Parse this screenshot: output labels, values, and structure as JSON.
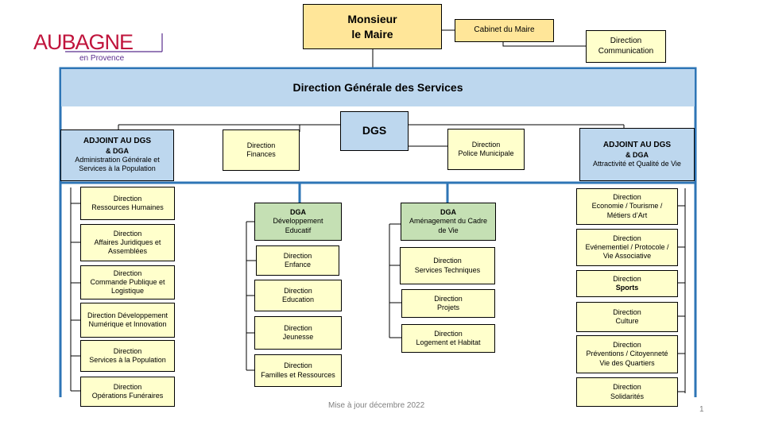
{
  "logo": {
    "name": "AUBAGNE",
    "tagline": "en Provence"
  },
  "mayor": {
    "line1": "Monsieur",
    "line2": "le Maire"
  },
  "cabinet": "Cabinet du Maire",
  "communication": {
    "line1": "Direction",
    "line2": "Communication"
  },
  "dgs_banner": "Direction Générale des Services",
  "dgs": "DGS",
  "finances": {
    "line1": "Direction",
    "line2": "Finances"
  },
  "police": {
    "line1": "Direction",
    "line2": "Police Municipale"
  },
  "adjoint_left": {
    "line1": "ADJOINT AU DGS",
    "line2": "& DGA",
    "line3": "Administration Générale et",
    "line4": "Services à la Population"
  },
  "adjoint_right": {
    "line1": "ADJOINT AU DGS",
    "line2": "& DGA",
    "line3": "Attractivité et Qualité de Vie"
  },
  "dga_educ": {
    "line1": "DGA",
    "line2": "Développement",
    "line3": "Educatif"
  },
  "dga_amenag": {
    "line1": "DGA",
    "line2": "Aménagement du Cadre",
    "line3": "de Vie"
  },
  "col1": [
    {
      "line1": "Direction",
      "line2": "Ressources Humaines"
    },
    {
      "line1": "Direction",
      "line2": "Affaires Juridiques et",
      "line3": "Assemblées"
    },
    {
      "line1": "Direction",
      "line2": "Commande Publique et",
      "line3": "Logistique"
    },
    {
      "line1": "Direction Développement",
      "line2": "Numérique et Innovation"
    },
    {
      "line1": "Direction",
      "line2": "Services à la Population"
    },
    {
      "line1": "Direction",
      "line2": "Opérations Funéraires"
    }
  ],
  "col2": [
    {
      "line1": "Direction",
      "line2": "Enfance"
    },
    {
      "line1": "Direction",
      "line2": "Education"
    },
    {
      "line1": "Direction",
      "line2": "Jeunesse"
    },
    {
      "line1": "Direction",
      "line2": "Familles et Ressources"
    }
  ],
  "col3": [
    {
      "line1": "Direction",
      "line2": "Services Techniques"
    },
    {
      "line1": "Direction",
      "line2": "Projets"
    },
    {
      "line1": "Direction",
      "line2": "Logement et Habitat"
    }
  ],
  "col4": [
    {
      "line1": "Direction",
      "line2": "Economie / Tourisme /",
      "line3": "Métiers d’Art"
    },
    {
      "line1": "Direction",
      "line2": "Evénementiel / Protocole /",
      "line3": "Vie Associative"
    },
    {
      "line1": "Direction",
      "line2": "Sports"
    },
    {
      "line1": "Direction",
      "line2": "Culture"
    },
    {
      "line1": "Direction",
      "line2": "Préventions / Citoyenneté",
      "line3": "Vie des Quartiers"
    },
    {
      "line1": "Direction",
      "line2": "Solidarités"
    }
  ],
  "footer": "Mise à jour décembre 2022",
  "page_number": "1"
}
